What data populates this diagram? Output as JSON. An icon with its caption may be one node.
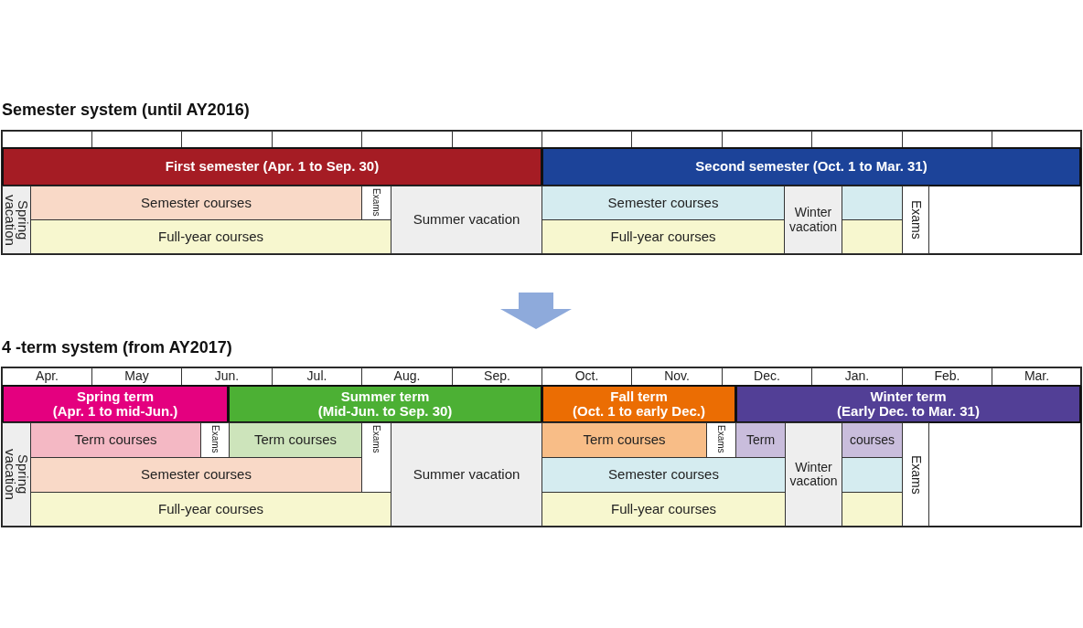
{
  "diagram": {
    "nodes": [
      {
        "text": [
          "First semester (Apr. 1 to Sep. 30)"
        ]
      },
      {
        "text": [
          "Second semester (Oct. 1 to Mar. 31)"
        ]
      },
      {
        "text": [
          "Spring vacation"
        ]
      },
      {
        "text": [
          "Semester courses"
        ]
      },
      {
        "text": [
          "Exams"
        ]
      },
      {
        "text": [
          "Summer vacation"
        ]
      },
      {
        "text": [
          "Semester courses"
        ]
      },
      {
        "text": [
          "Winter vacation"
        ]
      },
      {
        "text": [],
        "shape": "box"
      },
      {
        "text": [
          "Exams"
        ]
      },
      {
        "text": [
          "Full-year courses"
        ]
      },
      {
        "text": [
          "Full-year courses"
        ]
      },
      {
        "text": [],
        "shape": "box"
      },
      {
        "text": [
          "Spring term",
          "(Apr. 1 to mid-Jun.)"
        ]
      },
      {
        "text": [
          "Summer term",
          "(Mid-Jun. to Sep. 30)"
        ]
      },
      {
        "text": [
          "Fall term",
          "(Oct. 1 to early Dec.)"
        ]
      },
      {
        "text": [
          "Winter term",
          "(Early Dec. to Mar. 31)"
        ]
      },
      {
        "text": [
          "Spring vacation"
        ]
      },
      {
        "text": [
          "Term courses"
        ]
      },
      {
        "text": [
          "Exams"
        ]
      },
      {
        "text": [
          "Term courses"
        ]
      },
      {
        "text": [
          "Exams"
        ]
      },
      {
        "text": [
          "Summer vacation"
        ]
      },
      {
        "text": [
          "Term courses"
        ]
      },
      {
        "text": [
          "Exams"
        ]
      },
      {
        "text": [
          "Term"
        ]
      },
      {
        "text": [
          "Winter vacation"
        ]
      },
      {
        "text": [
          "courses"
        ]
      },
      {
        "text": [
          "Exams"
        ]
      },
      {
        "text": [
          "Semester courses"
        ]
      },
      {
        "text": [
          "Semester courses"
        ]
      },
      {
        "text": [],
        "shape": "box"
      },
      {
        "text": [
          "Full-year courses"
        ]
      },
      {
        "text": [
          "Full-year courses"
        ]
      },
      {
        "text": [],
        "shape": "box"
      }
    ],
    "labels": [
      "Semester system (until AY2016)",
      "4 -term system (from AY2017)",
      "Apr.",
      "May",
      "Jun.",
      "Jul.",
      "Aug.",
      "Sep.",
      "Oct.",
      "Nov.",
      "Dec.",
      "Jan.",
      "Feb.",
      "Mar."
    ]
  }
}
